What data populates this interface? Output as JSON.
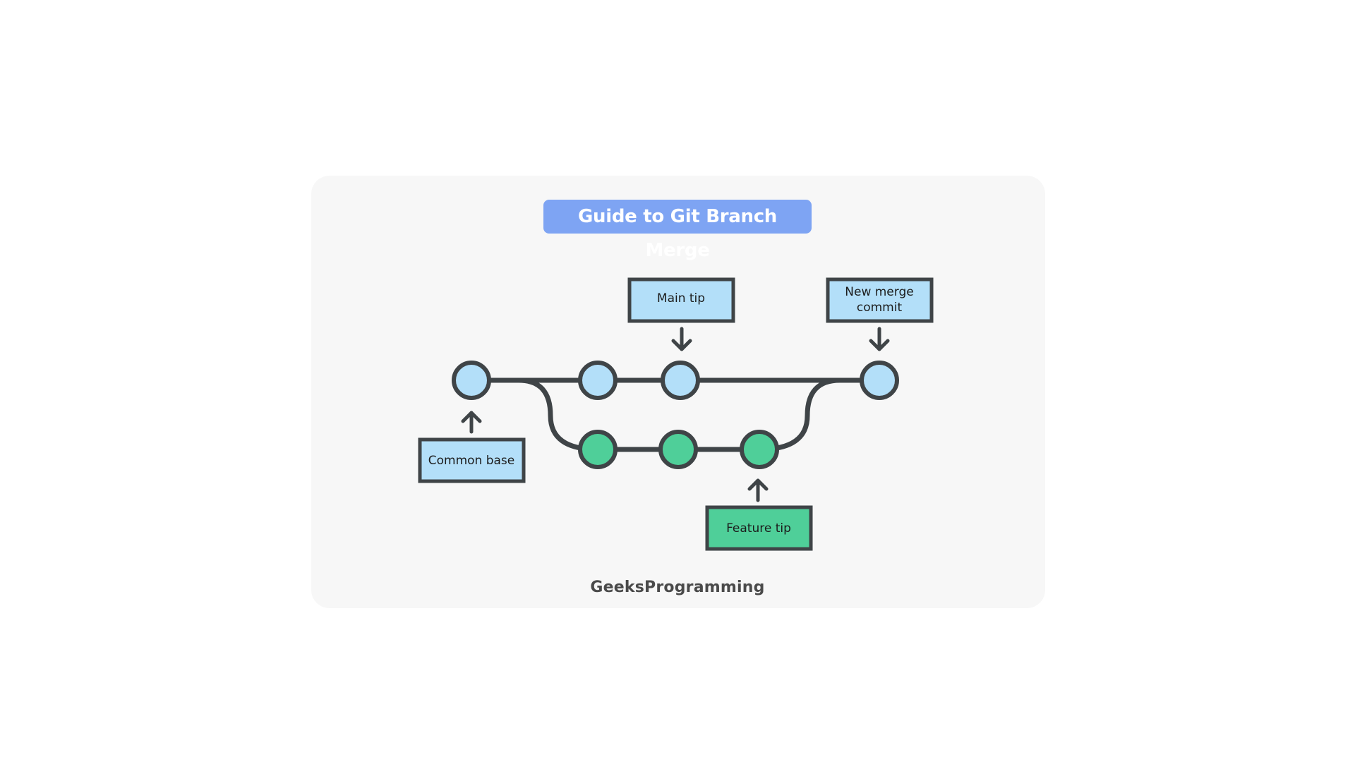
{
  "title": "Guide to Git Branch Merge",
  "footer": "GeeksProgramming",
  "colors": {
    "card_background": "#f7f7f7",
    "title_background": "#7ea4f3",
    "main_commit_fill": "#b3dff9",
    "feature_commit_fill": "#4fcf99",
    "stroke": "#3f4447"
  },
  "labels": {
    "main_tip": "Main tip",
    "new_merge_commit_line1": "New merge",
    "new_merge_commit_line2": "commit",
    "common_base": "Common base",
    "feature_tip": "Feature tip"
  }
}
